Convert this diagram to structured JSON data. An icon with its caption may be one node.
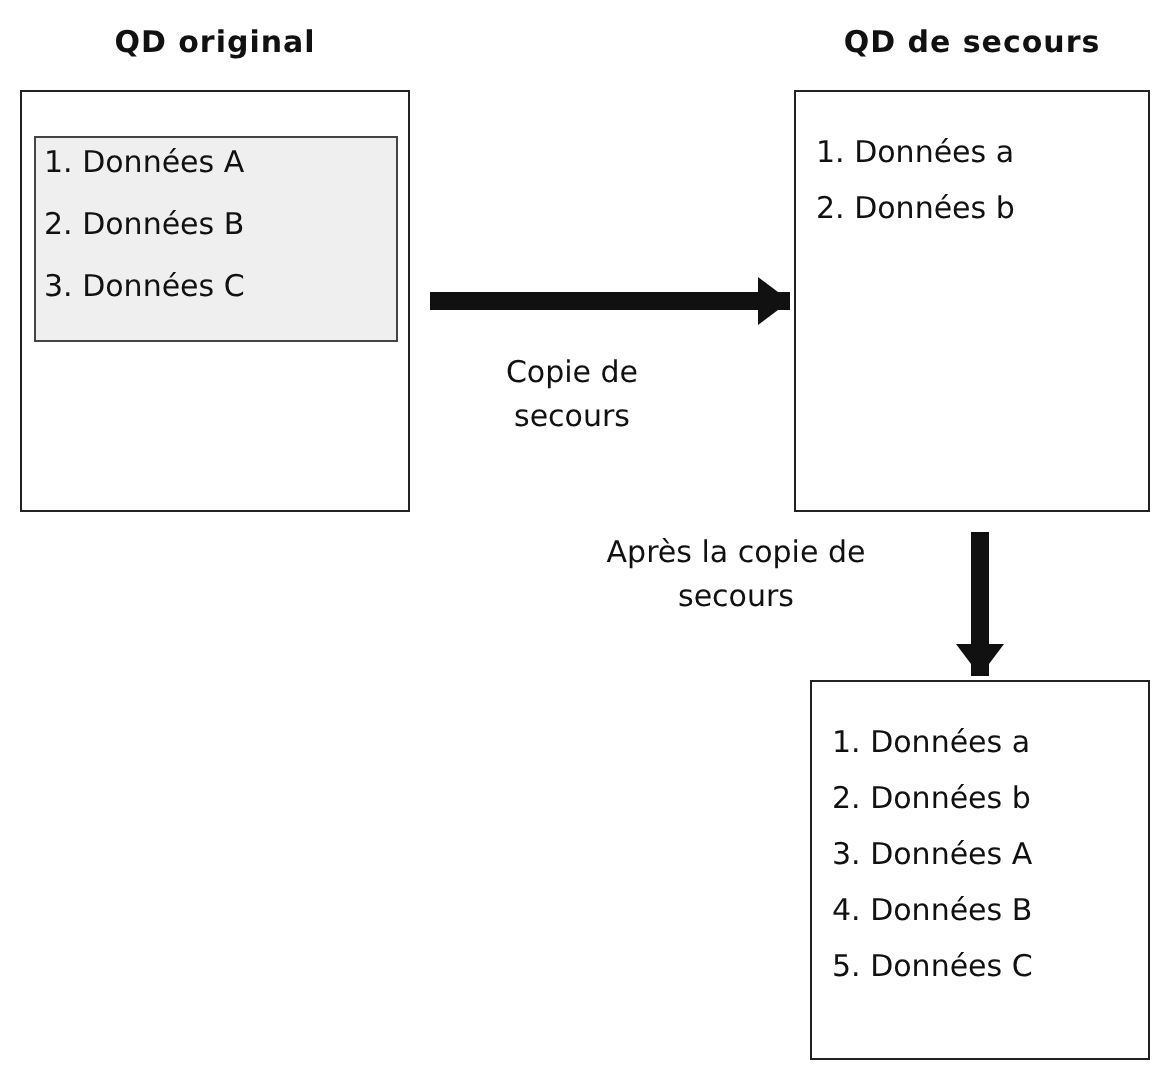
{
  "diagram": {
    "nodes": [
      {
        "text": [
          "QD original"
        ]
      },
      {
        "text": [
          "1. Données A",
          "2. Données B",
          "3. Données C"
        ],
        "in": 0
      },
      {
        "text": [
          "QD de secours",
          "1. Données a",
          "2. Données b"
        ]
      },
      {
        "text": [
          "1. Données a",
          "2. Données b",
          "3. Données A",
          "4. Données B",
          "5. Données C"
        ]
      }
    ],
    "edges": [
      {
        "from": 0,
        "to": 2,
        "arrow": "to",
        "label": "Copie de secours"
      },
      {
        "from": 2,
        "to": 3,
        "arrow": "to",
        "label": "Après la copie de secours"
      }
    ]
  }
}
